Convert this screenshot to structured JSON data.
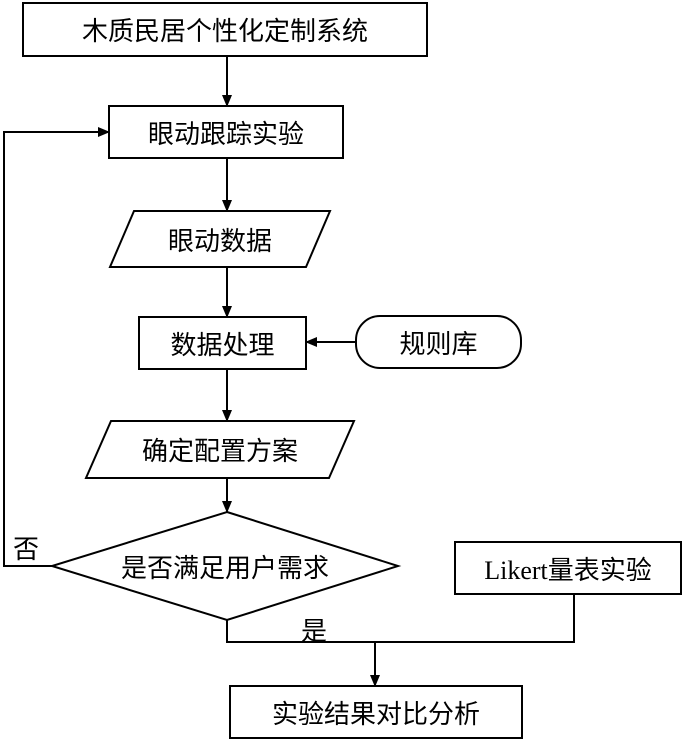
{
  "flowchart": {
    "nodes": {
      "system": "木质民居个性化定制系统",
      "eye_experiment": "眼动跟踪实验",
      "eye_data": "眼动数据",
      "data_processing": "数据处理",
      "rule_base": "规则库",
      "config_plan": "确定配置方案",
      "decision": "是否满足用户需求",
      "likert": "Likert量表实验",
      "analysis": "实验结果对比分析"
    },
    "edge_labels": {
      "no": "否",
      "yes": "是"
    }
  }
}
